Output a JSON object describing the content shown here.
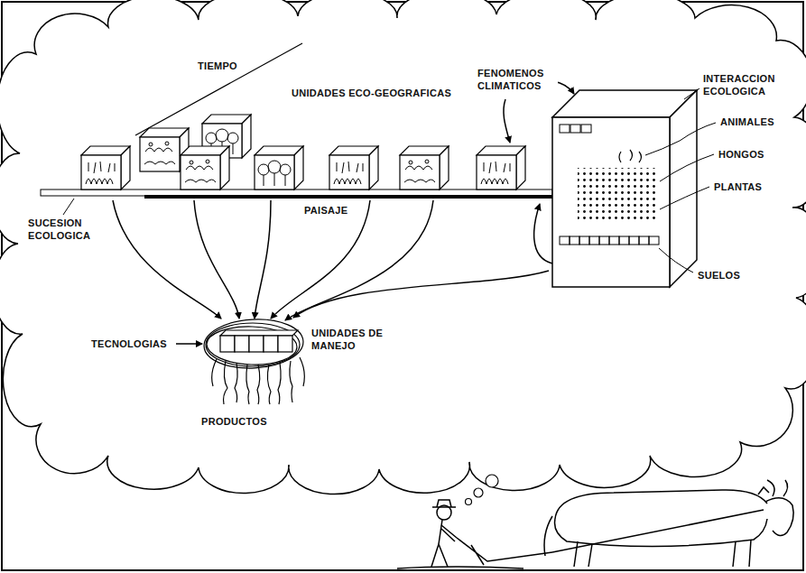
{
  "diagram": {
    "labels": [
      "TIEMPO",
      "FENOMENOS CLIMATICOS",
      "INTERACCION ECOLOGICA",
      "UNIDADES ECO-GEOGRAFICAS",
      "ANIMALES",
      "HONGOS",
      "PLANTAS",
      "SUCESION ECOLOGICA",
      "PAISAJE",
      "SUELOS",
      "UNIDADES DE MANEJO",
      "TECNOLOGIAS",
      "PRODUCTOS"
    ]
  }
}
